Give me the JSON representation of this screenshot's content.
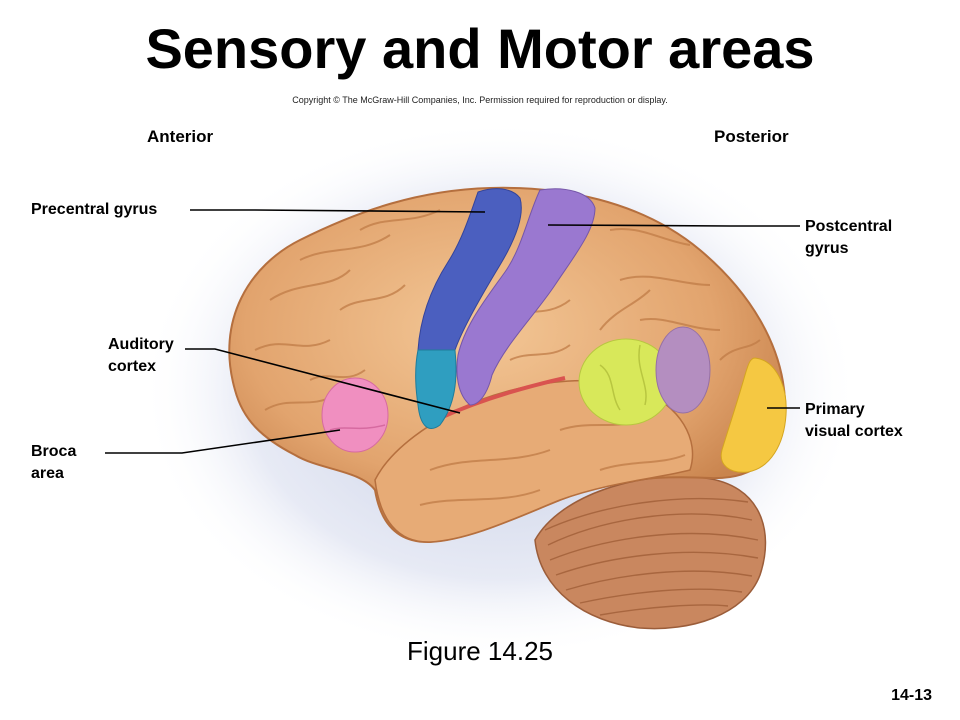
{
  "title": "Sensory and Motor areas",
  "copyright": "Copyright © The McGraw-Hill Companies, Inc. Permission required for reproduction or display.",
  "orientation": {
    "anterior": "Anterior",
    "posterior": "Posterior"
  },
  "labels": {
    "precentral": "Precentral gyrus",
    "postcentral_1": "Postcentral",
    "postcentral_2": "gyrus",
    "auditory_1": "Auditory",
    "auditory_2": "cortex",
    "broca_1": "Broca",
    "broca_2": "area",
    "visual_1": "Primary",
    "visual_2": "visual cortex"
  },
  "figure": "Figure 14.25",
  "page_number": "14-13",
  "colors": {
    "brain": "#e8b07c",
    "precentral": "#4b5fbf",
    "postcentral": "#9a78d0",
    "auditory": "#2f9ec0",
    "broca": "#f08fc0",
    "somatosensory_assoc": "#d8e85a",
    "visual_assoc": "#b48ec0",
    "visual": "#f5c842",
    "cerebellum": "#c88660"
  }
}
